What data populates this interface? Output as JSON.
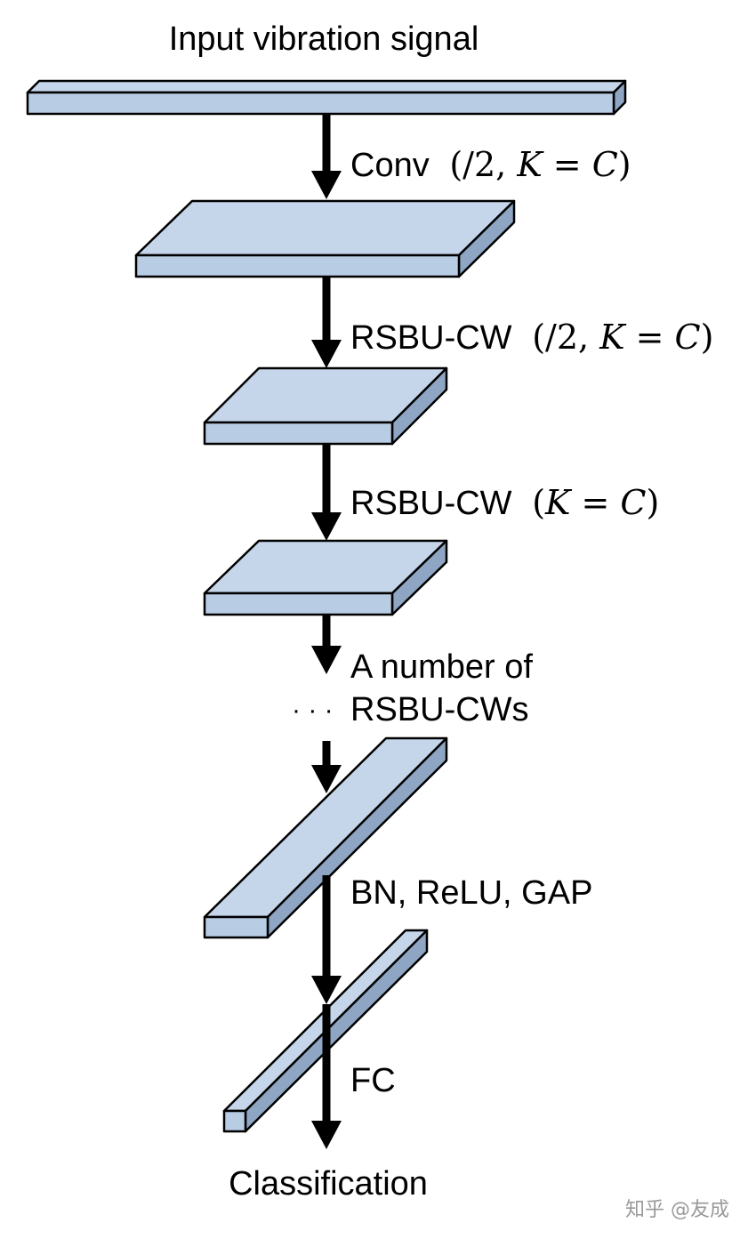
{
  "title": "Input vibration signal",
  "steps": [
    {
      "name": "conv",
      "text": "Conv",
      "args": "(/2, K = C)"
    },
    {
      "name": "rsbu-cw-stride",
      "text": "RSBU-CW",
      "args": "(/2, K = C)"
    },
    {
      "name": "rsbu-cw",
      "text": "RSBU-CW",
      "args": "(K = C)"
    },
    {
      "name": "rsbu-cws",
      "line1": "A number of",
      "line2": "RSBU-CWs",
      "ellipsis": "· · ·"
    },
    {
      "name": "bn-relu-gap",
      "text": "BN, ReLU, GAP"
    },
    {
      "name": "fc",
      "text": "FC"
    }
  ],
  "output": "Classification",
  "watermark": "知乎 @友成",
  "colors": {
    "block_front": "#b8cce4",
    "block_top": "#c5d5ea",
    "block_side": "#8ea6c3",
    "stroke": "#000000",
    "arrow": "#000000"
  }
}
